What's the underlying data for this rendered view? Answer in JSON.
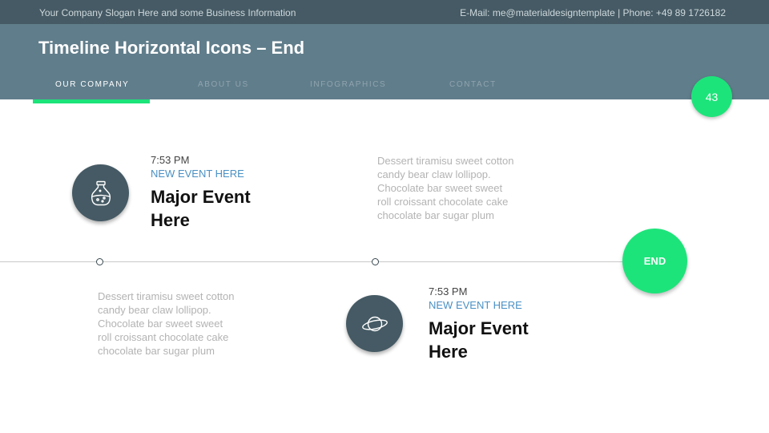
{
  "topbar": {
    "slogan": "Your Company Slogan Here and some Business Information",
    "contact": "E-Mail: me@materialdesigntemplate | Phone: +49 89 1726182"
  },
  "header": {
    "title": "Timeline Horizontal Icons – End",
    "nav": [
      {
        "label": "OUR COMPANY",
        "active": true
      },
      {
        "label": "ABOUT US",
        "active": false
      },
      {
        "label": "INFOGRAPHICS",
        "active": false
      },
      {
        "label": "CONTACT",
        "active": false
      }
    ],
    "page_number": "43"
  },
  "colors": {
    "accent": "#1de47a",
    "header": "#607d8b",
    "topbar": "#455a64",
    "icon_circle": "#455a64",
    "subtitle": "#4a90c4"
  },
  "timeline": {
    "end_label": "END",
    "events": [
      {
        "icon": "potion-jar-icon",
        "time": "7:53 PM",
        "subtitle": "NEW EVENT HERE",
        "title_line1": "Major Event",
        "title_line2": "Here"
      },
      {
        "icon": "planet-icon",
        "time": "7:53 PM",
        "subtitle": "NEW EVENT HERE",
        "title_line1": "Major Event",
        "title_line2": "Here"
      }
    ],
    "descriptions": [
      {
        "lines": [
          "Dessert tiramisu sweet cotton",
          "candy bear claw lollipop.",
          "Chocolate bar sweet sweet",
          "roll croissant chocolate cake",
          "chocolate bar sugar plum"
        ]
      },
      {
        "lines": [
          "Dessert tiramisu sweet cotton",
          "candy bear claw lollipop.",
          "Chocolate bar sweet sweet",
          "roll croissant chocolate cake",
          "chocolate bar sugar plum"
        ]
      }
    ]
  }
}
